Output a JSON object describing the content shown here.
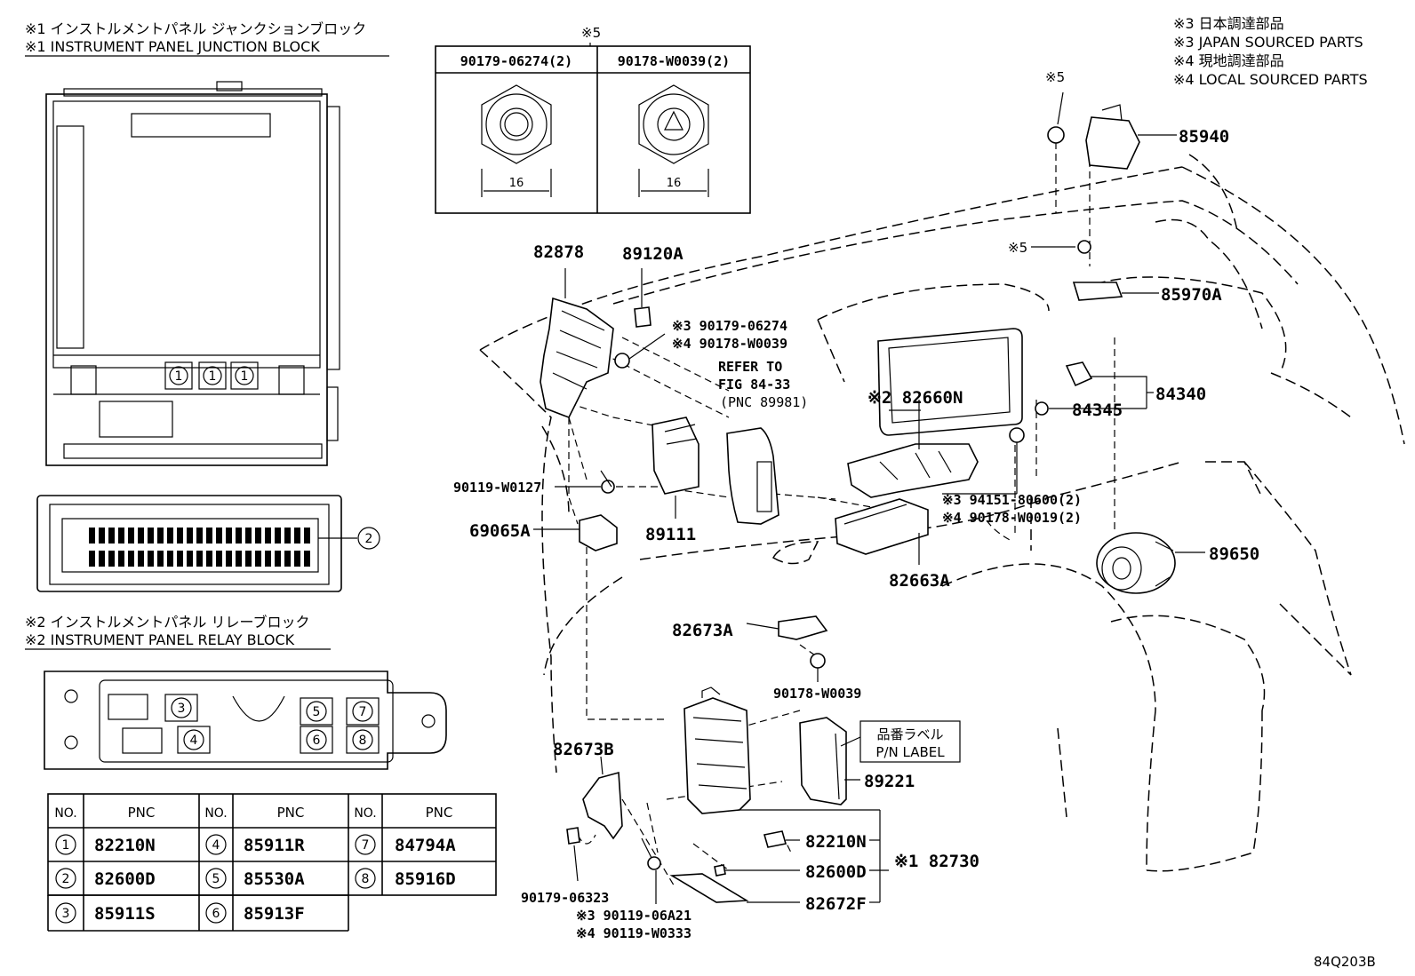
{
  "legend_jb": {
    "line1": "※1 インストルメントパネル ジャンクションブロック",
    "line2": "※1 INSTRUMENT PANEL JUNCTION BLOCK"
  },
  "legend_rb": {
    "line1": "※2 インストルメントパネル リレーブロック",
    "line2": "※2 INSTRUMENT PANEL RELAY BLOCK"
  },
  "legend_tr": {
    "l1": "※3 日本調達部品",
    "l2": "※3 JAPAN SOURCED PARTS",
    "l3": "※4 現地調達部品",
    "l4": "※4 LOCAL SOURCED PARTS"
  },
  "nut_box": {
    "mark": "※5",
    "left_pn": "90179-06274(2)",
    "right_pn": "90178-W0039(2)",
    "left_dim": "16",
    "right_dim": "16"
  },
  "circles": [
    "1",
    "1",
    "1",
    "2",
    "3",
    "4",
    "5",
    "7",
    "6",
    "8"
  ],
  "table": {
    "headers": [
      "NO.",
      "PNC",
      "NO.",
      "PNC",
      "NO.",
      "PNC"
    ],
    "rows": [
      [
        {
          "no": "1",
          "pnc": "82210N"
        },
        {
          "no": "4",
          "pnc": "85911R"
        },
        {
          "no": "7",
          "pnc": "84794A"
        }
      ],
      [
        {
          "no": "2",
          "pnc": "82600D"
        },
        {
          "no": "5",
          "pnc": "85530A"
        },
        {
          "no": "8",
          "pnc": "85916D"
        }
      ],
      [
        {
          "no": "3",
          "pnc": "85911S"
        },
        {
          "no": "6",
          "pnc": "85913F"
        }
      ]
    ]
  },
  "labels": {
    "p82878": "82878",
    "p89120A": "89120A",
    "note3_90179": "※3 90179-06274",
    "note4_90178": "※4 90178-W0039",
    "refer_1": "REFER TO",
    "refer_2": "FIG 84-33",
    "refer_3": "(PNC 89981)",
    "p82660N": "※2 82660N",
    "mark5_top": "※5",
    "p85940": "85940",
    "mark5_mid": "※5",
    "p85970A": "85970A",
    "p84340": "84340",
    "p84345": "84345",
    "p90119_w0127": "90119-W0127",
    "p69065A": "69065A",
    "p89111": "89111",
    "note3_94151": "※3 94151-80600(2)",
    "note4_90178_w0019": "※4 90178-W0019(2)",
    "p89650": "89650",
    "p82663A": "82663A",
    "p82673A": "82673A",
    "p90178_w0039": "90178-W0039",
    "p82673B": "82673B",
    "pn_label_jp": "品番ラベル",
    "pn_label_en": "P/N LABEL",
    "p89221": "89221",
    "p82210N": "82210N",
    "p82600D": "82600D",
    "p82672F": "82672F",
    "p82730": "※1 82730",
    "p90179_06323": "90179-06323",
    "note3_90119": "※3 90119-06A21",
    "note4_90119": "※4 90119-W0333",
    "figure_id": "84Q203B"
  }
}
